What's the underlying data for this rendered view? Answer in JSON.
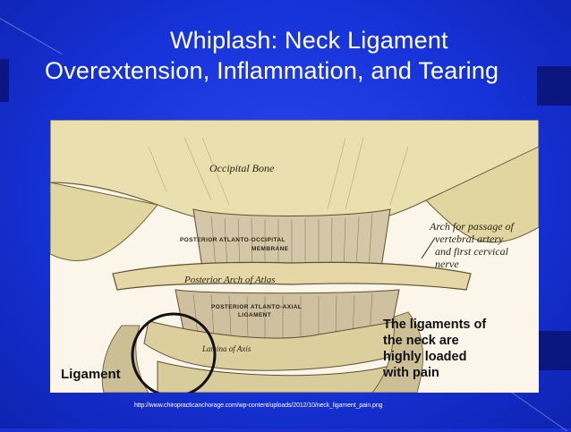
{
  "slide": {
    "title_line1": "Whiplash: Neck Ligament",
    "title_line2": "Overextension, Inflammation, and Tearing",
    "source_url": "http://www.chiropracticanchorage.com/wp-content/uploads/2012/10/neck_ligament_pain.png"
  },
  "figure": {
    "labels": {
      "occipital_bone": "Occipital Bone",
      "posterior_atlanto_occipital": "POSTERIOR ATLANTO-OCCIPITAL",
      "membrane": "MEMBRANE",
      "posterior_arch_of_atlas": "Posterior Arch of Atlas",
      "posterior_atlanto_axial": "POSTERIOR ATLANTO-AXIAL",
      "ligament_small": "LIGAMENT",
      "lamina_of_axis": "Lamina of Axis",
      "arch_line1": "Arch for passage of",
      "arch_line2": "vertebral    artery",
      "arch_line3": "and first cervical",
      "arch_line4": "nerve"
    },
    "callout_lines": [
      "The ligaments of",
      "the neck are",
      "highly loaded",
      "with pain"
    ],
    "ligament_label": "Ligament"
  },
  "colors": {
    "background": "#1a2fd0",
    "bone": "#e8dca8",
    "ligament": "#c9bca0",
    "circle": "#111111"
  }
}
